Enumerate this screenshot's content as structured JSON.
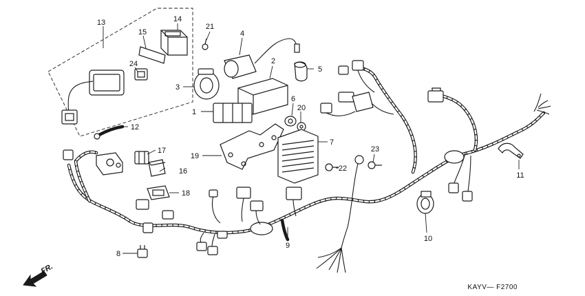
{
  "figure": {
    "code": "KAYV— F2700",
    "front_marker": "FR."
  },
  "callouts": [
    {
      "id": "c1",
      "label": "1"
    },
    {
      "id": "c2",
      "label": "2"
    },
    {
      "id": "c3",
      "label": "3"
    },
    {
      "id": "c4",
      "label": "4"
    },
    {
      "id": "c5",
      "label": "5"
    },
    {
      "id": "c6",
      "label": "6"
    },
    {
      "id": "c7",
      "label": "7"
    },
    {
      "id": "c8",
      "label": "8"
    },
    {
      "id": "c9",
      "label": "9"
    },
    {
      "id": "c10",
      "label": "10"
    },
    {
      "id": "c11",
      "label": "11"
    },
    {
      "id": "c12",
      "label": "12"
    },
    {
      "id": "c13",
      "label": "13"
    },
    {
      "id": "c14",
      "label": "14"
    },
    {
      "id": "c15",
      "label": "15"
    },
    {
      "id": "c16",
      "label": "16"
    },
    {
      "id": "c17",
      "label": "17"
    },
    {
      "id": "c18",
      "label": "18"
    },
    {
      "id": "c19",
      "label": "19"
    },
    {
      "id": "c20",
      "label": "20"
    },
    {
      "id": "c21",
      "label": "21"
    },
    {
      "id": "c22",
      "label": "22"
    },
    {
      "id": "c23",
      "label": "23"
    },
    {
      "id": "c24",
      "label": "24"
    }
  ]
}
